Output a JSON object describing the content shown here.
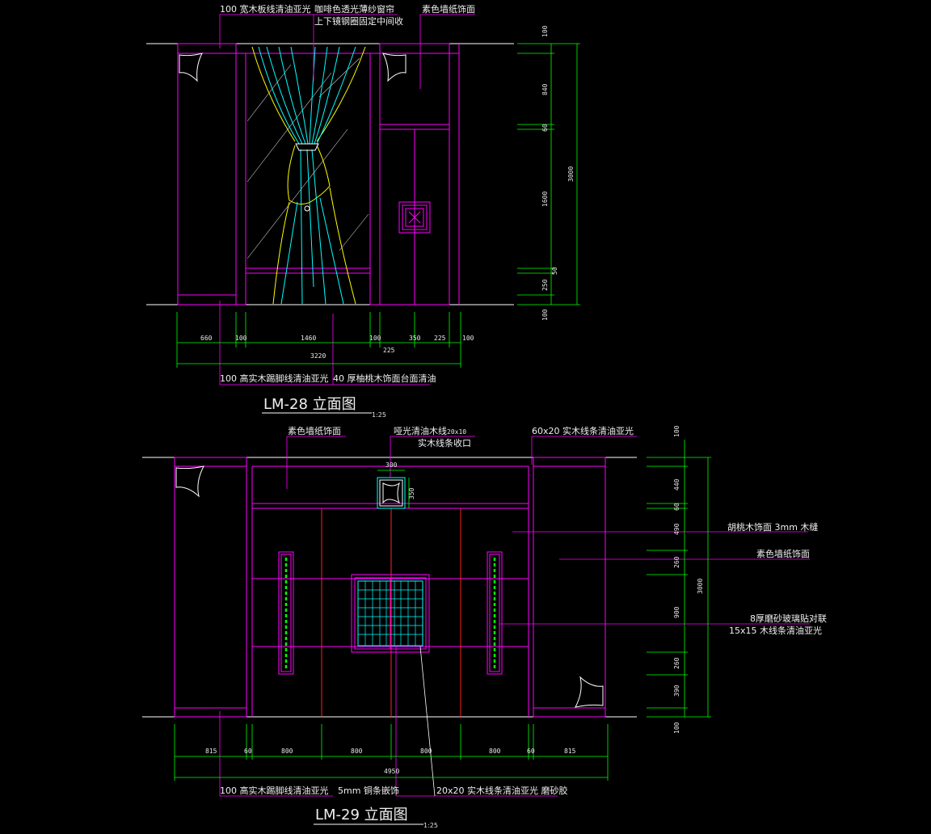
{
  "colors": {
    "background": "#000000",
    "magenta": "#ff00ff",
    "green": "#00ff00",
    "white": "#ffffff",
    "yellow": "#ffff00",
    "cyan": "#00ffff",
    "red": "#ff2020"
  },
  "lm28": {
    "title": "LM-28    立面图",
    "scale": "1:25",
    "notes": {
      "top_left": "100 宽木板线清油亚光",
      "top_mid_1": "咖啡色透光薄纱窗帘",
      "top_mid_2": "上下镜钢圈固定中间收",
      "top_right": "素色墙纸饰面",
      "bottom_left": "100 高实木踢脚线清油亚光",
      "bottom_right": "40 厚柚桃木饰面台面清油"
    },
    "dims_bottom": [
      "660",
      "100",
      "1460",
      "100",
      "350",
      "225",
      "100"
    ],
    "dim_total": "3220",
    "dim_sub": "225",
    "dims_right": [
      "100",
      "840",
      "60",
      "1600",
      "50",
      "250",
      "100"
    ],
    "dim_height": "3000"
  },
  "lm29": {
    "title": "LM-29    立面图",
    "scale": "1:25",
    "notes": {
      "top_left": "素色墙纸饰面",
      "top_mid_1": "哑光清油木线",
      "top_mid_1b": "20x10",
      "top_mid_2": "实木线条收口",
      "top_right": "60x20  实木线条清油亚光",
      "right_1": "胡桃木饰面    3mm    木缝",
      "right_2": "素色墙纸饰面",
      "right_3": "8厚磨砂玻璃贴对联",
      "right_4": "15x15    木线条清油亚光",
      "bottom_left": "100 高实木踢脚线清油亚光",
      "bottom_mid": "5mm    铜条嵌饰",
      "bottom_right": "20x20    实木线条清油亚光    磨砂胶"
    },
    "dim_box_w": "300",
    "dim_box_h": "350",
    "dims_bottom": [
      "815",
      "60",
      "800",
      "800",
      "800",
      "800",
      "60",
      "815"
    ],
    "dim_total": "4950",
    "dims_right": [
      "100",
      "440",
      "60",
      "490",
      "260",
      "900",
      "260",
      "390",
      "100"
    ],
    "dim_height": "3000"
  }
}
